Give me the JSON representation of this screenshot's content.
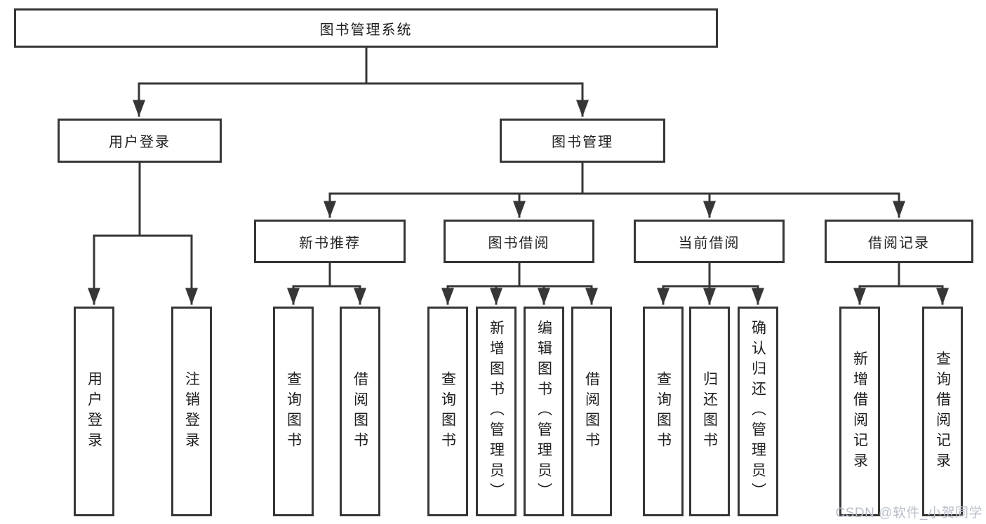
{
  "diagram": {
    "root": {
      "label": "图书管理系统"
    },
    "branches": [
      {
        "label": "用户登录",
        "children": [
          {
            "label": "用户登录"
          },
          {
            "label": "注销登录"
          }
        ]
      },
      {
        "label": "图书管理",
        "children": [
          {
            "label": "新书推荐",
            "children": [
              {
                "label": "查询图书"
              },
              {
                "label": "借阅图书"
              }
            ]
          },
          {
            "label": "图书借阅",
            "children": [
              {
                "label": "查询图书"
              },
              {
                "label": "新增图书（管理员）"
              },
              {
                "label": "编辑图书（管理员）"
              },
              {
                "label": "借阅图书"
              }
            ]
          },
          {
            "label": "当前借阅",
            "children": [
              {
                "label": "查询图书"
              },
              {
                "label": "归还图书"
              },
              {
                "label": "确认归还（管理员）"
              }
            ]
          },
          {
            "label": "借阅记录",
            "children": [
              {
                "label": "新增借阅记录"
              },
              {
                "label": "查询借阅记录"
              }
            ]
          }
        ]
      }
    ]
  },
  "watermark": {
    "text": "CSDN @软件_小贺同学"
  },
  "colors": {
    "line": "#363636",
    "box_border": "#363636",
    "text": "#1f1f1f",
    "watermark": "#b9bfc9",
    "background": "#ffffff"
  }
}
